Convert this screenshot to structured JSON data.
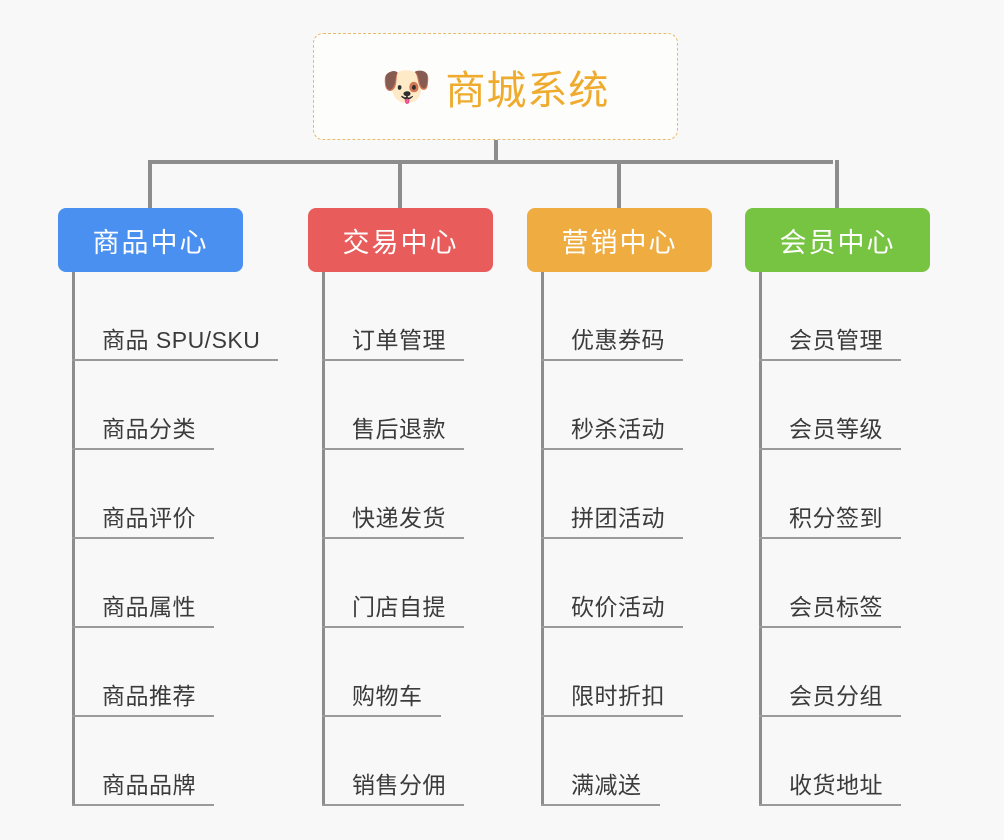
{
  "page": {
    "background_color": "#f8f8f8",
    "type": "mindmap"
  },
  "root": {
    "icon": "shiba-dog-face-emoji",
    "emoji": "🐶",
    "title": "商城系统",
    "text_color": "#eeab2e",
    "border_color": "#e8bb68",
    "border_style": "dashed"
  },
  "connector": {
    "color": "#8d8d8d"
  },
  "columns": [
    {
      "id": "product-center",
      "header": "商品中心",
      "color": "#4a90f0",
      "items": [
        "商品 SPU/SKU",
        "商品分类",
        "商品评价",
        "商品属性",
        "商品推荐",
        "商品品牌"
      ]
    },
    {
      "id": "trade-center",
      "header": "交易中心",
      "color": "#e85c5c",
      "items": [
        "订单管理",
        "售后退款",
        "快递发货",
        "门店自提",
        "购物车",
        "销售分佣"
      ]
    },
    {
      "id": "marketing-center",
      "header": "营销中心",
      "color": "#eeac41",
      "items": [
        "优惠券码",
        "秒杀活动",
        "拼团活动",
        "砍价活动",
        "限时折扣",
        "满减送"
      ]
    },
    {
      "id": "member-center",
      "header": "会员中心",
      "color": "#76c442",
      "items": [
        "会员管理",
        "会员等级",
        "积分签到",
        "会员标签",
        "会员分组",
        "收货地址"
      ]
    }
  ]
}
